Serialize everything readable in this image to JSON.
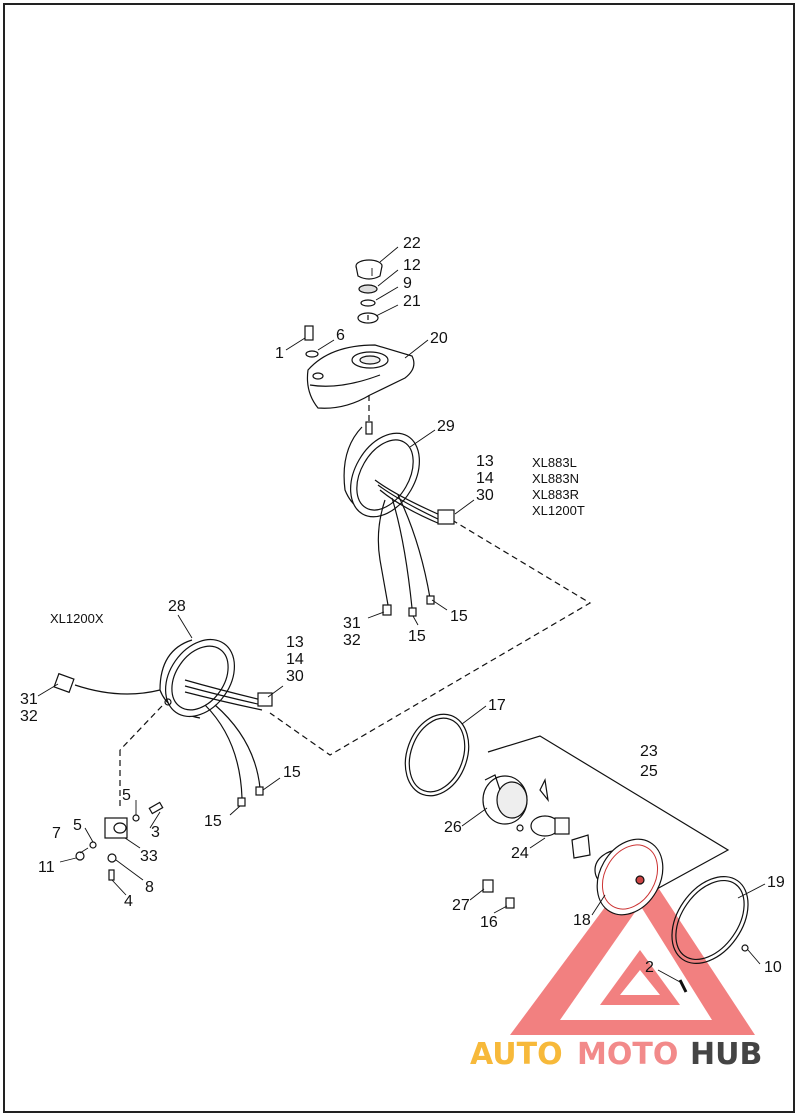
{
  "diagram": {
    "models_upper": [
      "XL883L",
      "XL883N",
      "XL883R",
      "XL1200T"
    ],
    "model_lower": "XL1200X",
    "callouts": {
      "c22": "22",
      "c12": "12",
      "c9": "9",
      "c21": "21",
      "c6": "6",
      "c1": "1",
      "c20": "20",
      "c29": "29",
      "c13a": "13",
      "c14a": "14",
      "c30a": "30",
      "c31a": "31",
      "c32a": "32",
      "c15a": "15",
      "c15b": "15",
      "c28": "28",
      "c13b": "13",
      "c14b": "14",
      "c30b": "30",
      "c31b": "31",
      "c32b": "32",
      "c15c": "15",
      "c15d": "15",
      "c17": "17",
      "c23": "23",
      "c25": "25",
      "c26": "26",
      "c24": "24",
      "c5a": "5",
      "c3": "3",
      "c7": "7",
      "c5b": "5",
      "c33": "33",
      "c11": "11",
      "c8": "8",
      "c4": "4",
      "c27": "27",
      "c16": "16",
      "c18": "18",
      "c19": "19",
      "c2": "2",
      "c10": "10"
    }
  },
  "watermark": {
    "text_auto": "AUTO",
    "text_moto": "MOTO",
    "text_hub": "HUB",
    "color_auto": "#f7b93a",
    "color_moto": "#f28a8a",
    "color_hub": "#444444",
    "triangle_color": "#f06060"
  }
}
